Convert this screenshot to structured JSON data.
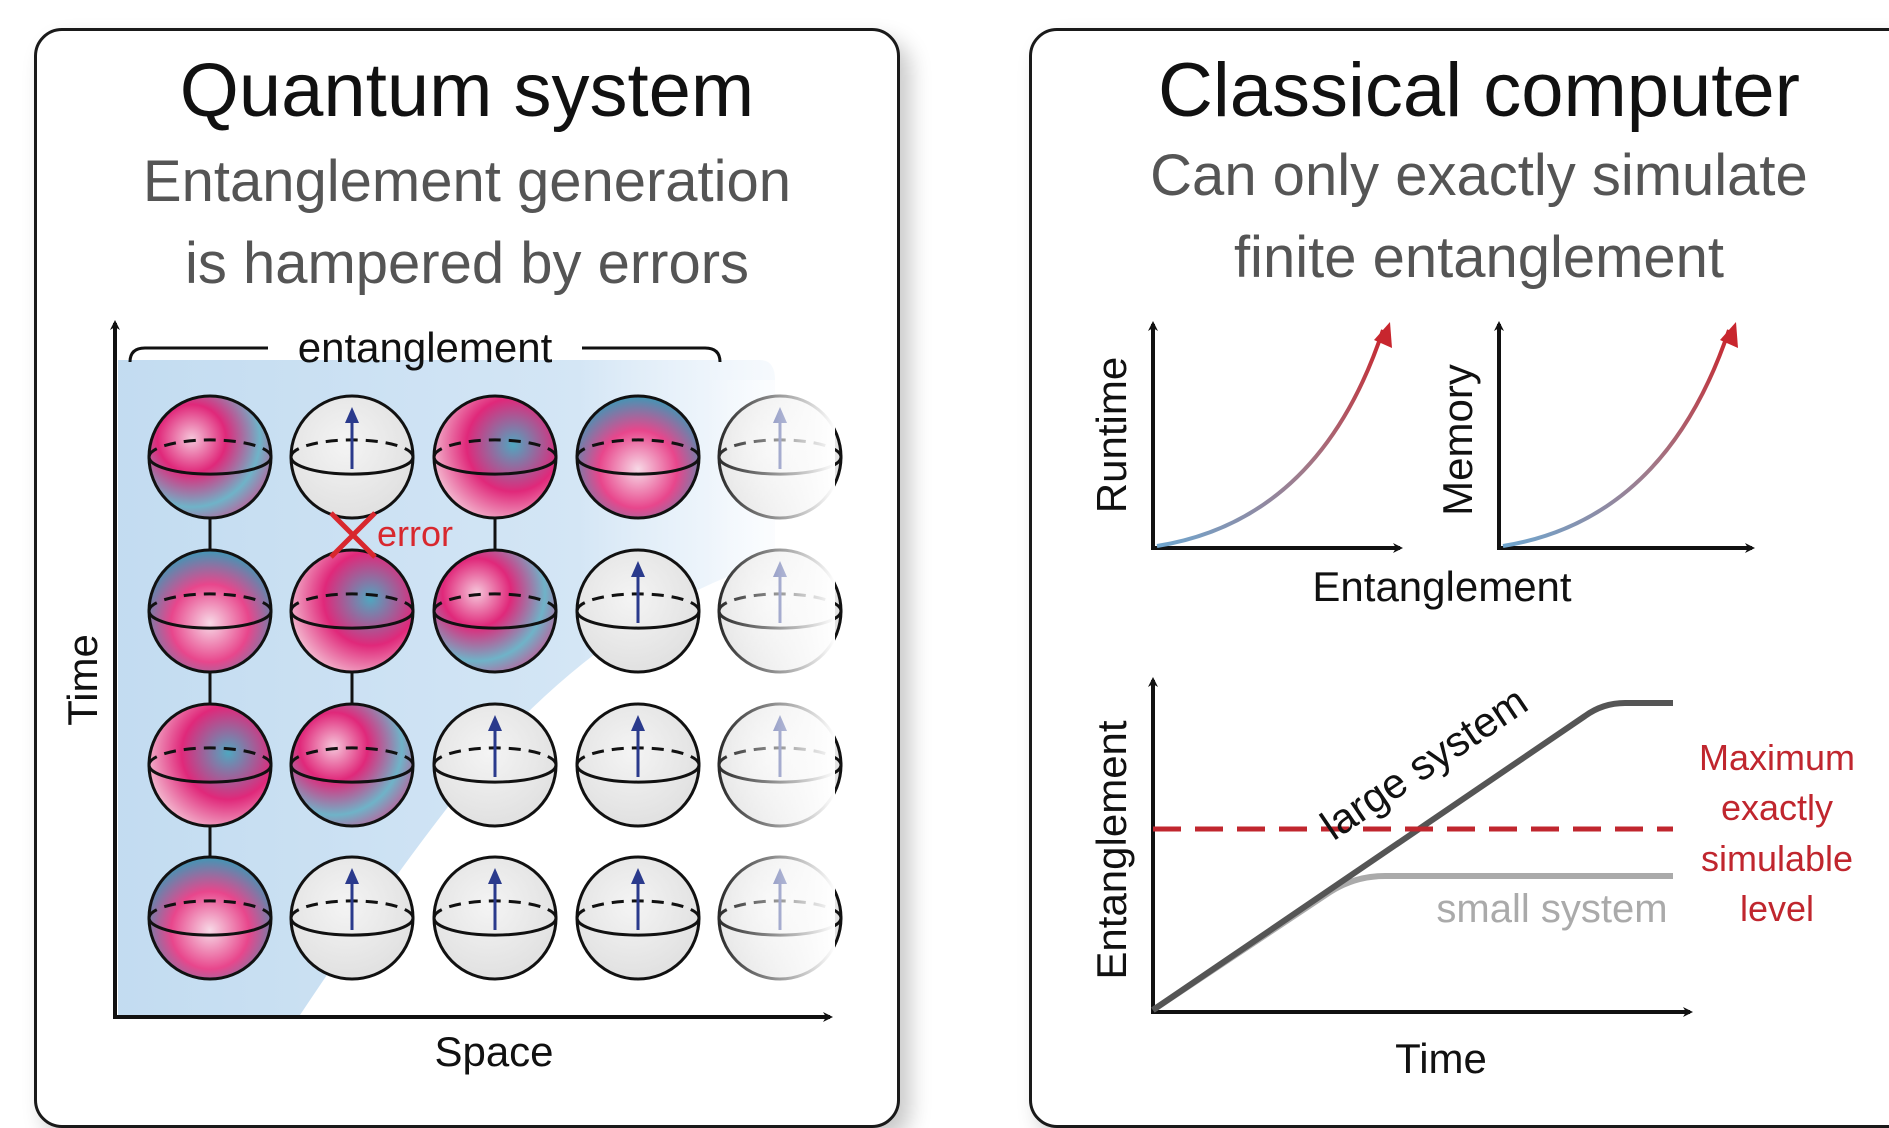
{
  "left_panel": {
    "title": "Quantum system",
    "subtitle_line1": "Entanglement generation",
    "subtitle_line2": "is hampered by errors",
    "bracket_label": "entanglement",
    "error_label": "error",
    "x_axis_label": "Space",
    "y_axis_label": "Time"
  },
  "right_panel": {
    "title": "Classical computer",
    "subtitle_line1": "Can only exactly simulate",
    "subtitle_line2": "finite entanglement",
    "runtime_label": "Runtime",
    "memory_label": "Memory",
    "shared_x_label": "Entanglement",
    "bottom_y_label": "Entanglement",
    "bottom_x_label": "Time",
    "large_label": "large system",
    "small_label": "small system",
    "max_line1": "Maximum",
    "max_line2": "exactly",
    "max_line3": "simulable",
    "max_line4": "level"
  },
  "colors": {
    "error_red": "#d8282e",
    "dashed_red": "#c0262e",
    "arrow_blue": "#2a3a8c",
    "sphere_pink": "#e0287a",
    "sphere_teal": "#4fa7c0",
    "glow_blue": "#bcd8ef",
    "large_line": "#555555",
    "small_line": "#aaaaaa"
  }
}
